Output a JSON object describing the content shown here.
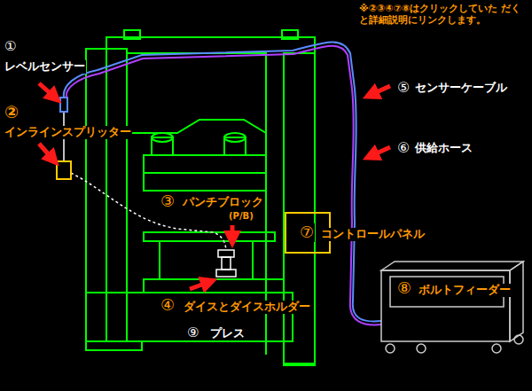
{
  "diagram": {
    "labels": [
      "※②③④⑦⑧はクリックしていた だくと詳細説明にリンクします。",
      "①",
      "レベルセンサー",
      "②",
      "インラインスプリッター",
      "③",
      "パンチブロック",
      "(P/B)",
      "④",
      "ダイスとダイスホルダー",
      "⑤",
      "センサーケーブル",
      "⑥",
      "供給ホース",
      "⑦",
      "コントロールパネル",
      "⑧",
      "ボルトフィーダー",
      "⑨",
      "プレス"
    ]
  }
}
